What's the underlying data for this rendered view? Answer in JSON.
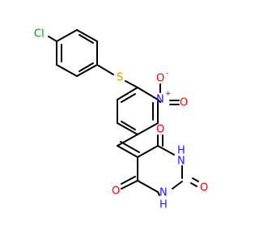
{
  "molecule": {
    "atoms": {
      "cl": {
        "symbol": "Cl",
        "color": "#00a000"
      },
      "s": {
        "symbol": "S",
        "color": "#c8a000"
      },
      "n_nitro": {
        "symbol": "N",
        "color": "#2020ff"
      },
      "nitro_charge_plus": {
        "symbol": "+",
        "color": "#2020ff"
      },
      "o_nitro_top": {
        "symbol": "O",
        "color": "#ff0000"
      },
      "nitro_charge_minus": {
        "symbol": "-",
        "color": "#ff0000"
      },
      "o_nitro_right": {
        "symbol": "O",
        "color": "#ff0000"
      },
      "o_carbonyl_top": {
        "symbol": "O",
        "color": "#ff0000"
      },
      "o_carbonyl_bottom": {
        "symbol": "O",
        "color": "#ff0000"
      },
      "o_carbonyl_right": {
        "symbol": "O",
        "color": "#ff0000"
      },
      "nh_upper": {
        "symbol": "H",
        "sub": "N",
        "color": "#2020ff"
      },
      "nh_lower": {
        "symbol": "H",
        "sub": "N",
        "color": "#2020ff"
      }
    }
  }
}
